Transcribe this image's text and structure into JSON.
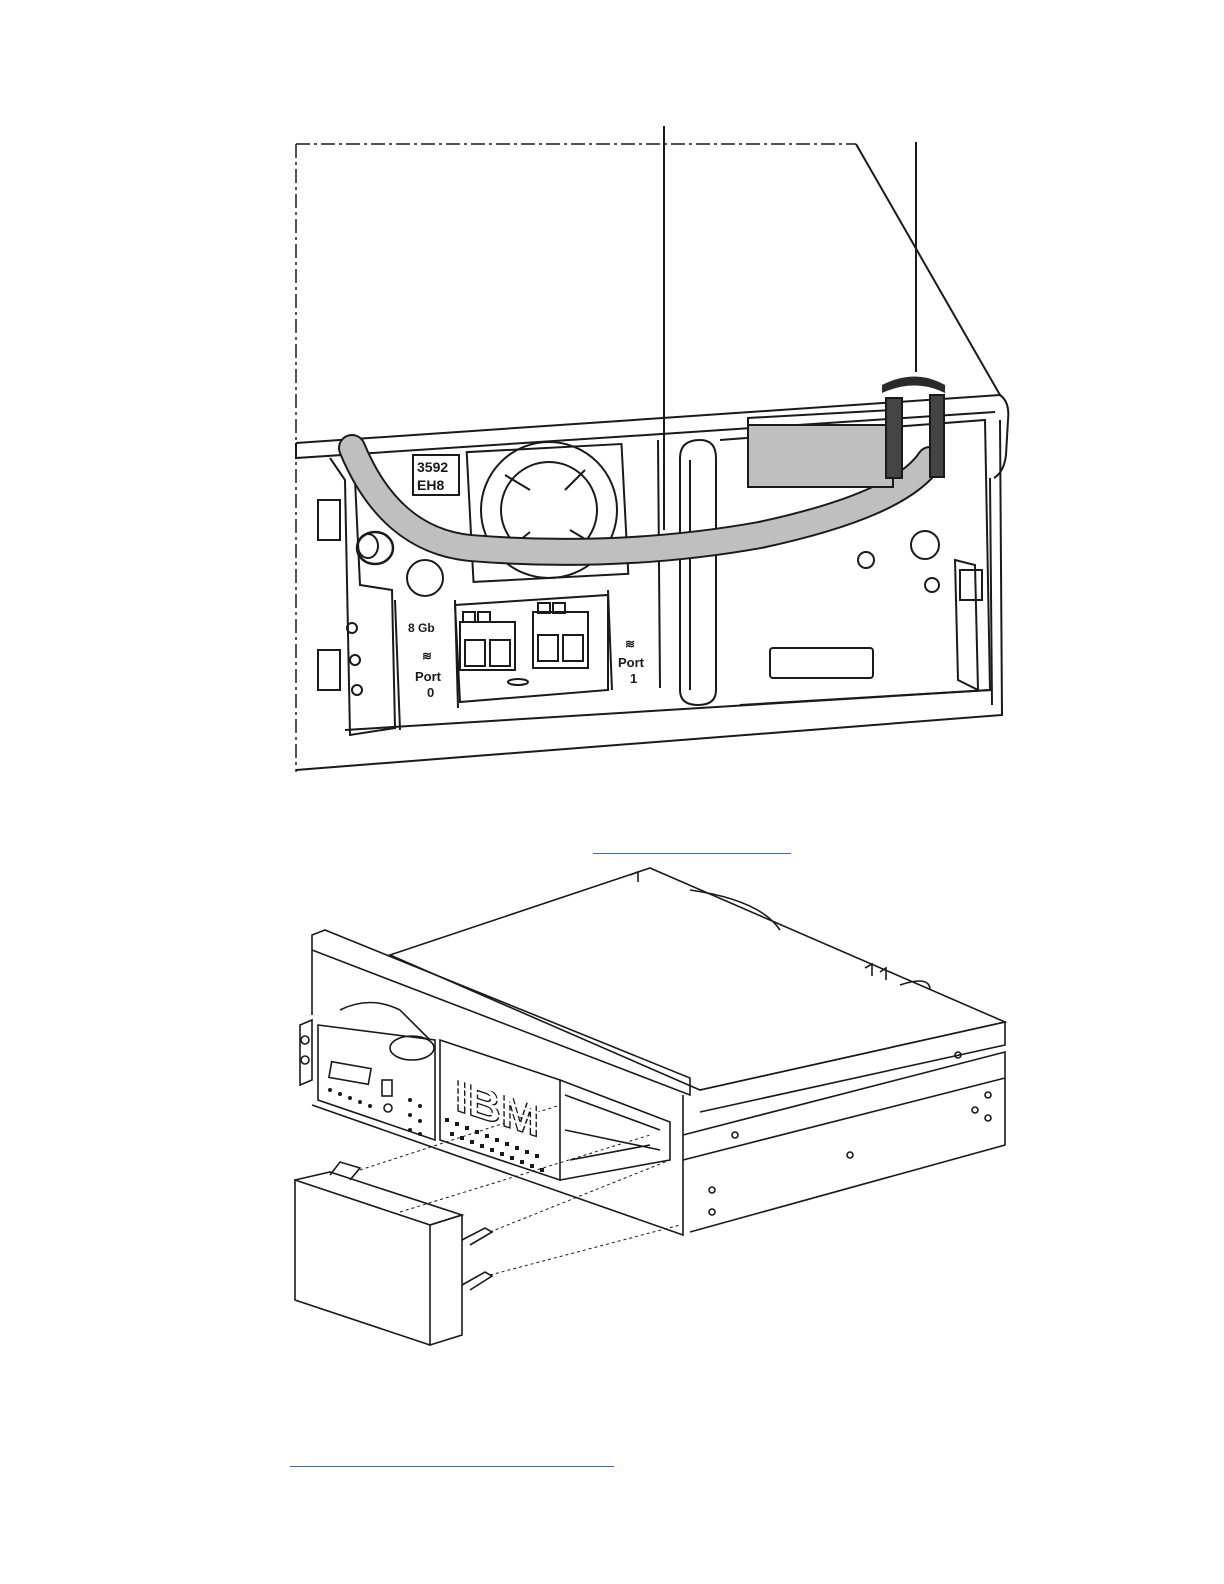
{
  "figure1": {
    "model_number": "3592",
    "model_suffix": "EH8",
    "speed_label": "8 Gb",
    "port0_word": "Port",
    "port0_number": "0",
    "port1_word": "Port",
    "port1_number": "1"
  },
  "figure2": {
    "bezel_logo_text": "IBM"
  },
  "colors": {
    "cable_fill": "#bfbfbf",
    "line": "#1a1a1a",
    "link_rule": "#3a6fb0"
  }
}
